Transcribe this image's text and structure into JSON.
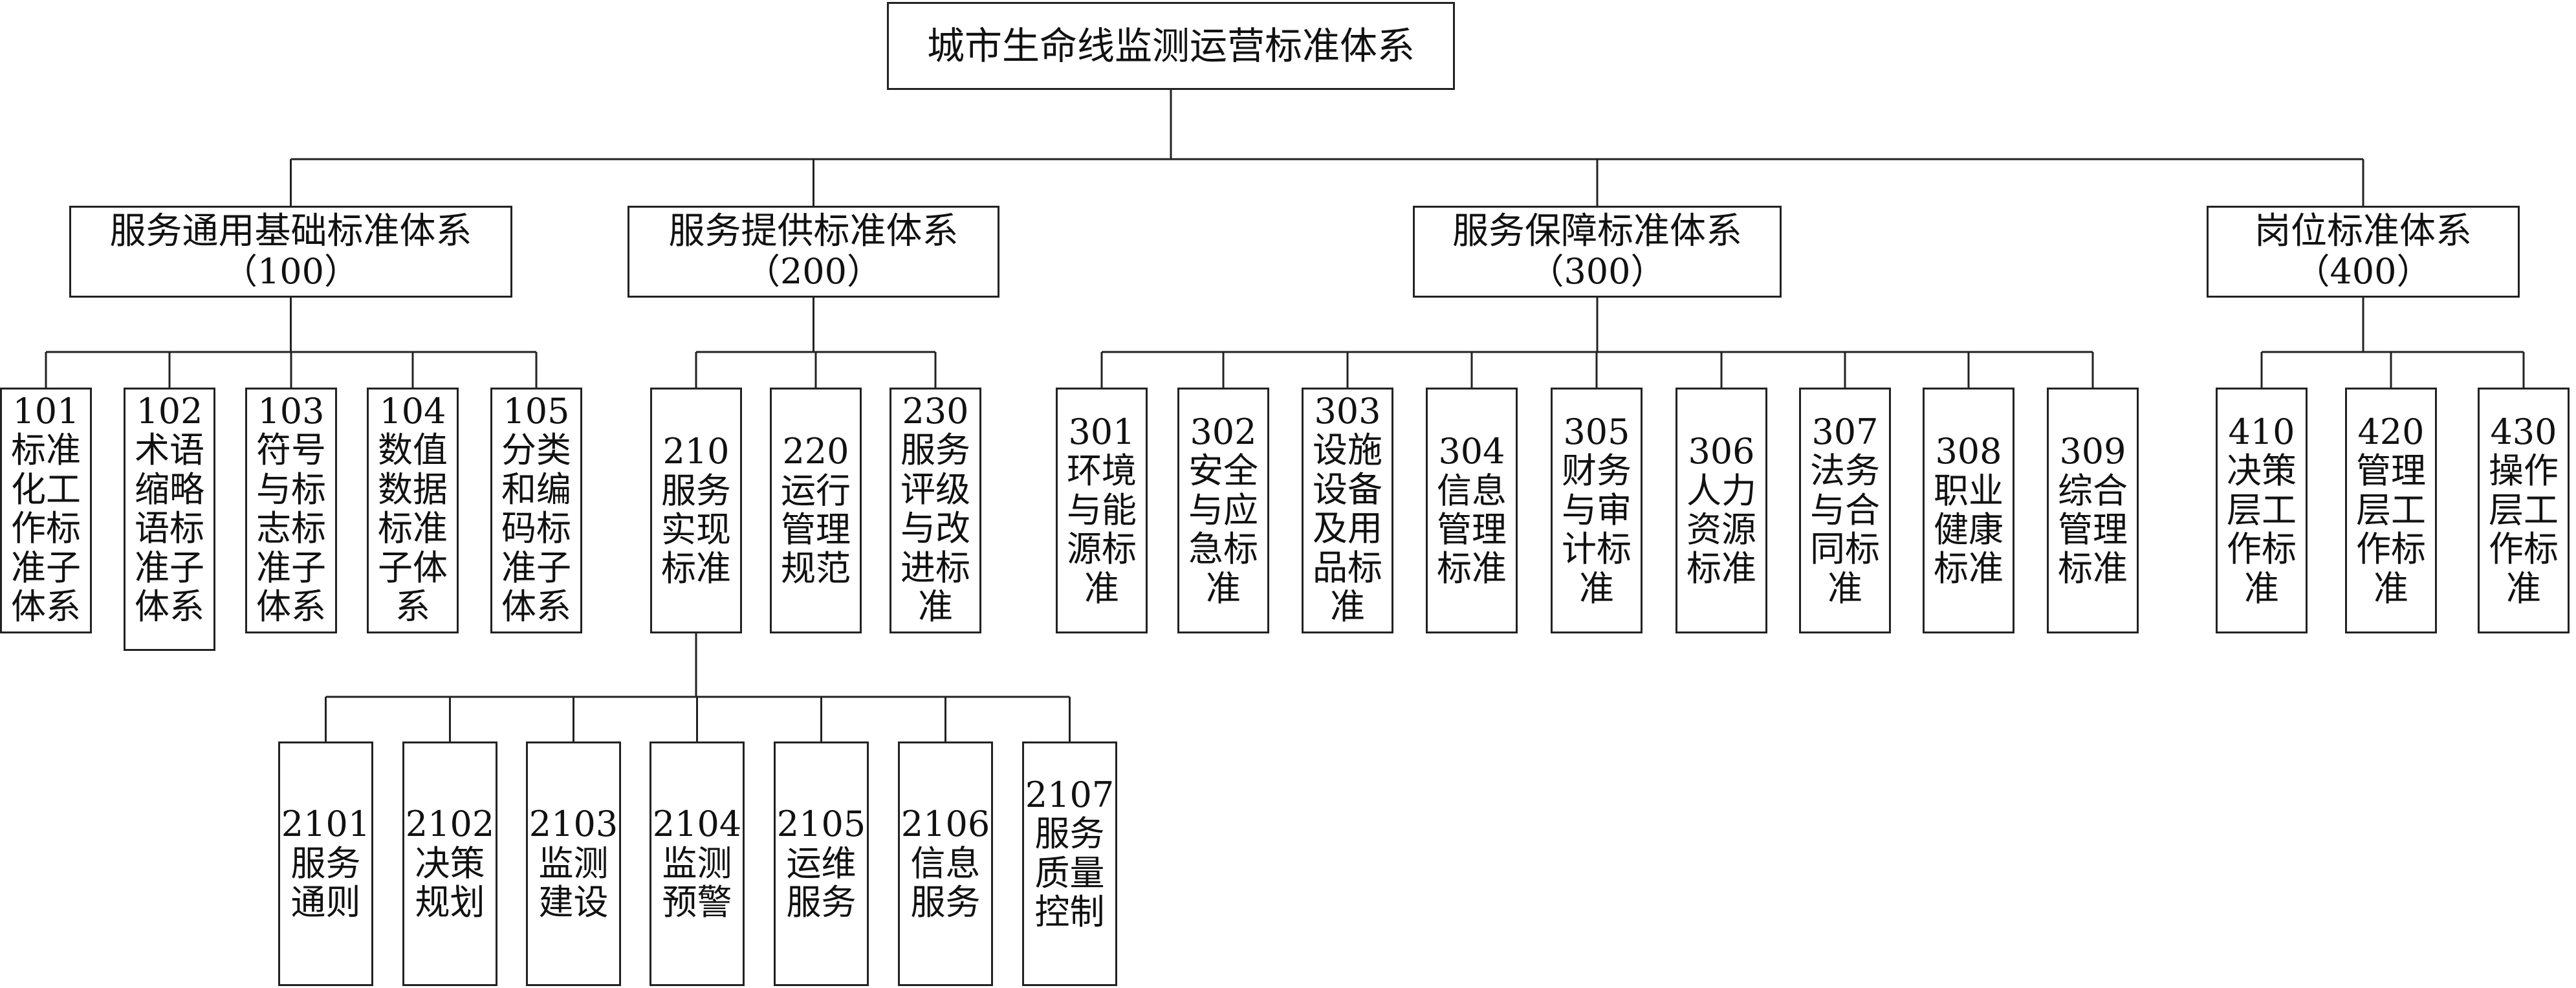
{
  "root": {
    "title": "城市生命线监测运营标准体系"
  },
  "level1": [
    {
      "title": "服务通用基础标准体系",
      "code": "（100）"
    },
    {
      "title": "服务提供标准体系",
      "code": "（200）"
    },
    {
      "title": "服务保障标准体系",
      "code": "（300）"
    },
    {
      "title": "岗位标准体系",
      "code": "（400）"
    }
  ],
  "group100": [
    {
      "code": "101",
      "name": "标准化工作标准子体系"
    },
    {
      "code": "102",
      "name": "术语缩略语标准子体系"
    },
    {
      "code": "103",
      "name": "符号与标志标准子体系"
    },
    {
      "code": "104",
      "name": "数值数据标准子体系"
    },
    {
      "code": "105",
      "name": "分类和编码标准子体系"
    }
  ],
  "group200": [
    {
      "code": "210",
      "name": "服务实现标准"
    },
    {
      "code": "220",
      "name": "运行管理规范"
    },
    {
      "code": "230",
      "name": "服务评级与改进标准"
    }
  ],
  "group300": [
    {
      "code": "301",
      "name": "环境与能源标准"
    },
    {
      "code": "302",
      "name": "安全与应急标准"
    },
    {
      "code": "303",
      "name": "设施设备及用品标准"
    },
    {
      "code": "304",
      "name": "信息管理标准"
    },
    {
      "code": "305",
      "name": "财务与审计标准"
    },
    {
      "code": "306",
      "name": "人力资源标准"
    },
    {
      "code": "307",
      "name": "法务与合同标准"
    },
    {
      "code": "308",
      "name": "职业健康标准"
    },
    {
      "code": "309",
      "name": "综合管理标准"
    }
  ],
  "group400": [
    {
      "code": "410",
      "name": "决策层工作标准"
    },
    {
      "code": "420",
      "name": "管理层工作标准"
    },
    {
      "code": "430",
      "name": "操作层工作标准"
    }
  ],
  "group210": [
    {
      "code": "2101",
      "name": "服务通则"
    },
    {
      "code": "2102",
      "name": "决策规划"
    },
    {
      "code": "2103",
      "name": "监测建设"
    },
    {
      "code": "2104",
      "name": "监测预警"
    },
    {
      "code": "2105",
      "name": "运维服务"
    },
    {
      "code": "2106",
      "name": "信息服务"
    },
    {
      "code": "2107",
      "name": "服务质量控制"
    }
  ]
}
